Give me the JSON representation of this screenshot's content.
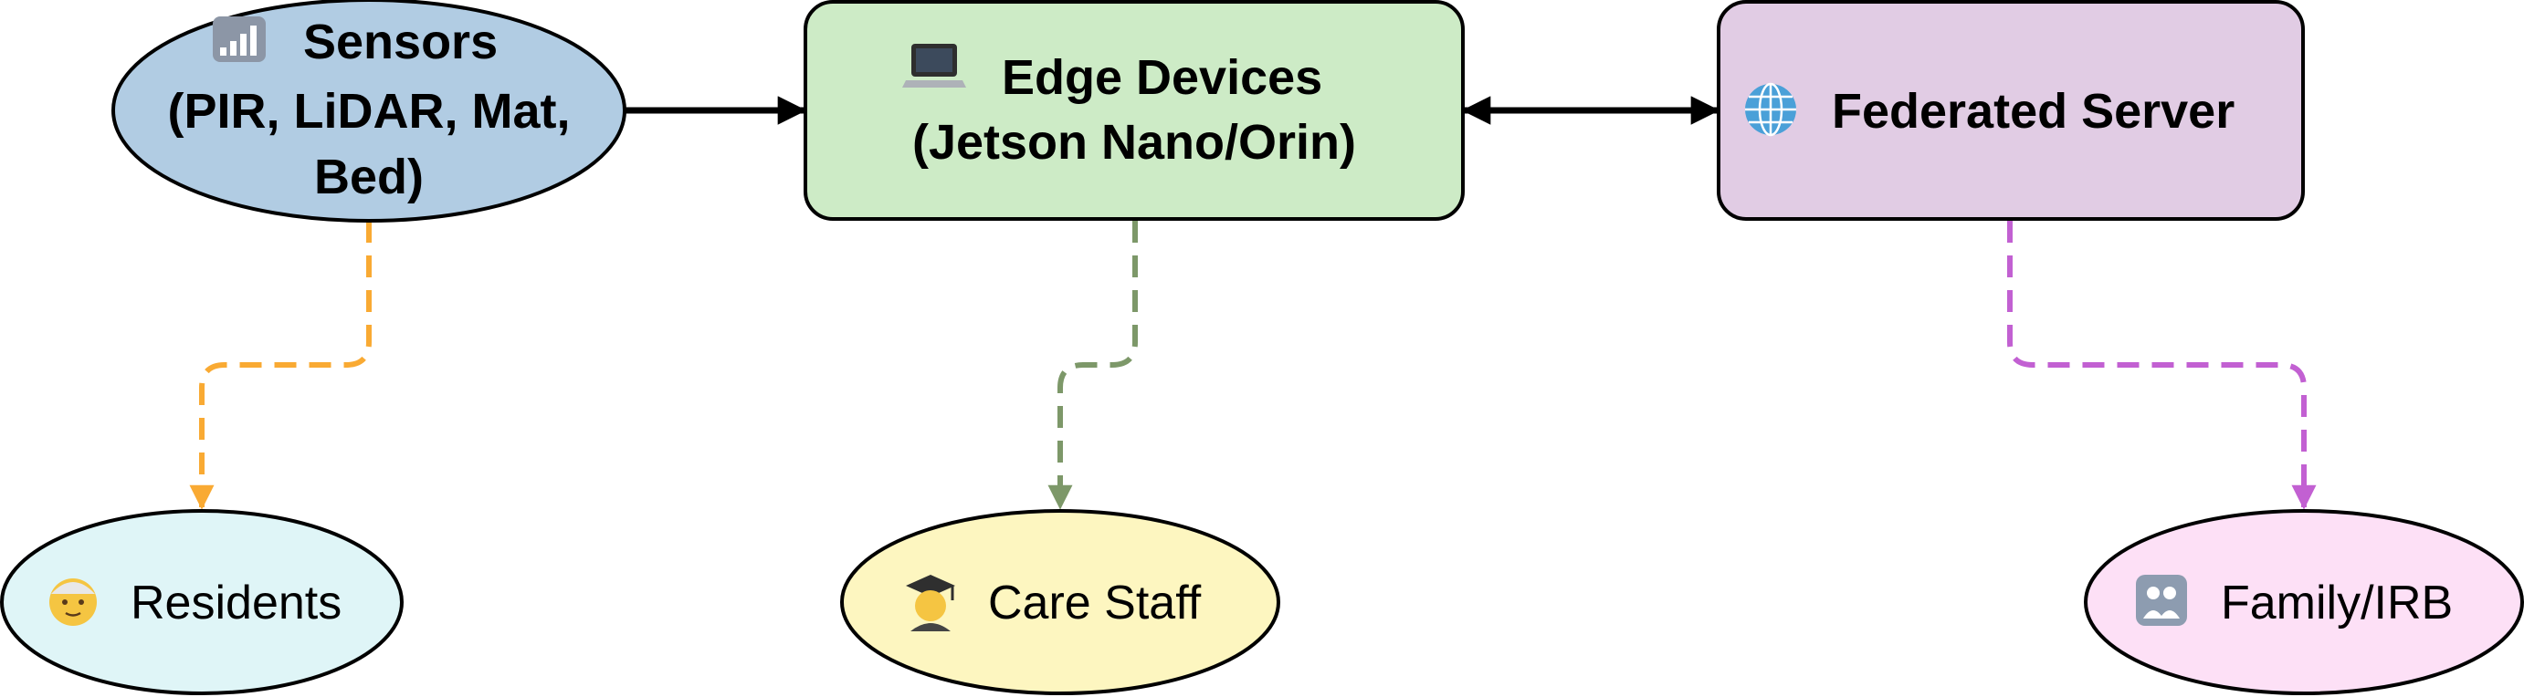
{
  "nodes": {
    "sensors": {
      "lines": [
        "Sensors",
        "(PIR, LiDAR, Mat,",
        "Bed)"
      ],
      "icon": "signal-bars-icon",
      "fill": "#b1cce3"
    },
    "edge": {
      "lines": [
        "Edge Devices",
        "(Jetson Nano/Orin)"
      ],
      "icon": "laptop-icon",
      "fill": "#cdebc6"
    },
    "server": {
      "lines": [
        "Federated Server"
      ],
      "icon": "globe-icon",
      "fill": "#e1cce4"
    },
    "residents": {
      "label": "Residents",
      "icon": "older-person-icon",
      "fill": "#dff5f7"
    },
    "care_staff": {
      "label": "Care Staff",
      "icon": "student-icon",
      "fill": "#fdf6c0"
    },
    "family": {
      "label": "Family/IRB",
      "icon": "family-picture-icon",
      "fill": "#fde0f6"
    }
  },
  "edges": {
    "solid_color": "#000000",
    "sensors_to_residents": "#f9aa33",
    "edge_to_care_staff": "#7d9869",
    "server_to_family": "#c260d2"
  }
}
